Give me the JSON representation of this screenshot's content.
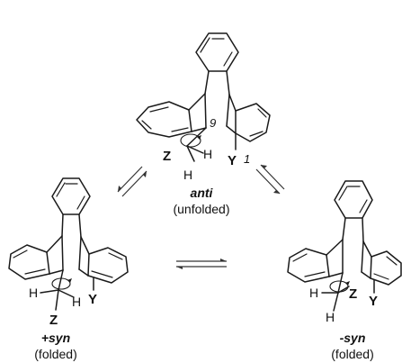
{
  "anti": {
    "atoms": {
      "z": "Z",
      "h1": "H",
      "h2": "H",
      "y": "Y"
    },
    "locants": {
      "pos9": "9",
      "pos1": "1"
    },
    "name": "anti",
    "description": "(unfolded)"
  },
  "syn_plus": {
    "atoms": {
      "h1": "H",
      "h2": "H",
      "z": "Z",
      "y": "Y"
    },
    "name": "+syn",
    "description": "(folded)"
  },
  "syn_minus": {
    "atoms": {
      "h1": "H",
      "z": "Z",
      "h2": "H",
      "y": "Y"
    },
    "name": "-syn",
    "description": "(folded)"
  },
  "colors": {
    "ink": "#1a1a1a",
    "background": "#ffffff"
  },
  "arrows": [
    "anti-to-plus-syn-equilibrium",
    "anti-to-minus-syn-equilibrium",
    "plus-syn-to-minus-syn-equilibrium"
  ]
}
